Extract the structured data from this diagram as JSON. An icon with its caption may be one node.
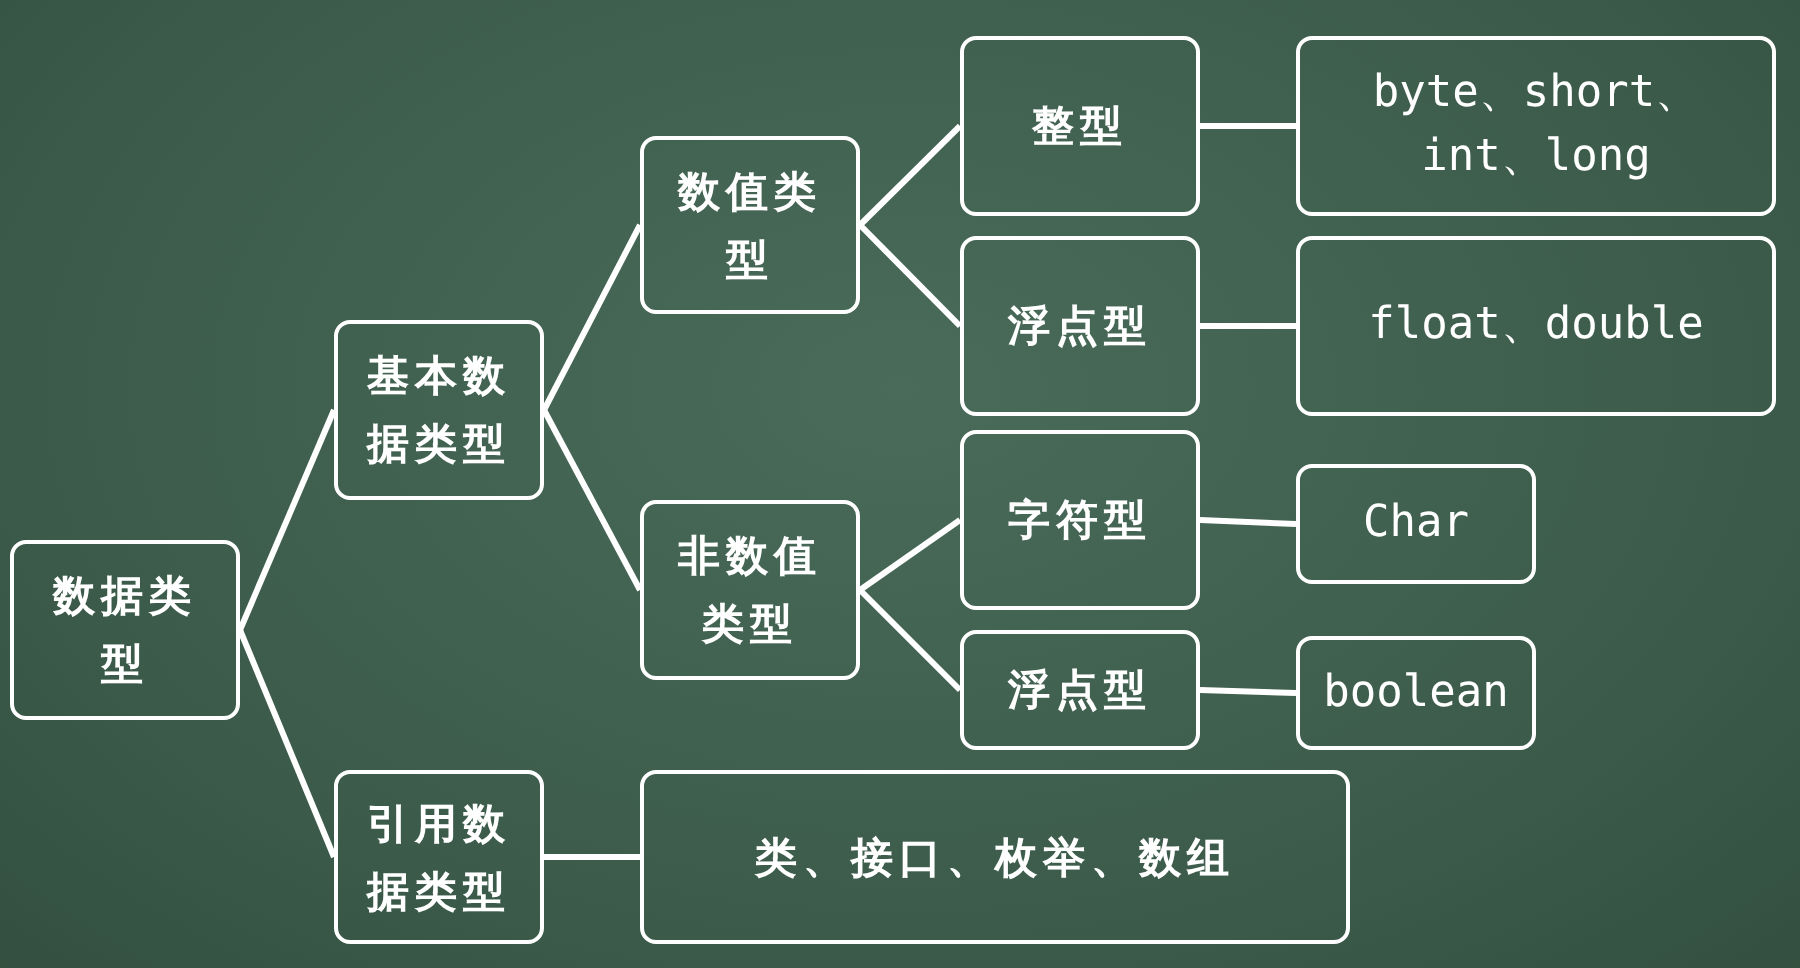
{
  "diagram": {
    "nodes": [
      {
        "text": [
          "数据类型"
        ]
      },
      {
        "text": [
          "基本数据类型"
        ]
      },
      {
        "text": [
          "引用数据类型"
        ]
      },
      {
        "text": [
          "数值类型"
        ]
      },
      {
        "text": [
          "非数值类型"
        ]
      },
      {
        "text": [
          "整型"
        ]
      },
      {
        "text": [
          "浮点型"
        ]
      },
      {
        "text": [
          "字符型"
        ]
      },
      {
        "text": [
          "浮点型"
        ]
      },
      {
        "text": [
          "byte、short、int、long"
        ]
      },
      {
        "text": [
          "float、double"
        ]
      },
      {
        "text": [
          "Char"
        ]
      },
      {
        "text": [
          "boolean"
        ]
      },
      {
        "text": [
          "类、接口、枚举、数组"
        ]
      }
    ],
    "edges": [
      {
        "from": 0,
        "to": 1,
        "arrow": "none"
      },
      {
        "from": 0,
        "to": 2,
        "arrow": "none"
      },
      {
        "from": 1,
        "to": 3,
        "arrow": "none"
      },
      {
        "from": 1,
        "to": 4,
        "arrow": "none"
      },
      {
        "from": 3,
        "to": 5,
        "arrow": "none"
      },
      {
        "from": 3,
        "to": 6,
        "arrow": "none"
      },
      {
        "from": 4,
        "to": 7,
        "arrow": "none"
      },
      {
        "from": 4,
        "to": 8,
        "arrow": "none"
      },
      {
        "from": 5,
        "to": 9,
        "arrow": "none"
      },
      {
        "from": 6,
        "to": 10,
        "arrow": "none"
      },
      {
        "from": 7,
        "to": 11,
        "arrow": "none"
      },
      {
        "from": 8,
        "to": 12,
        "arrow": "none"
      },
      {
        "from": 2,
        "to": 13,
        "arrow": "none"
      }
    ]
  }
}
